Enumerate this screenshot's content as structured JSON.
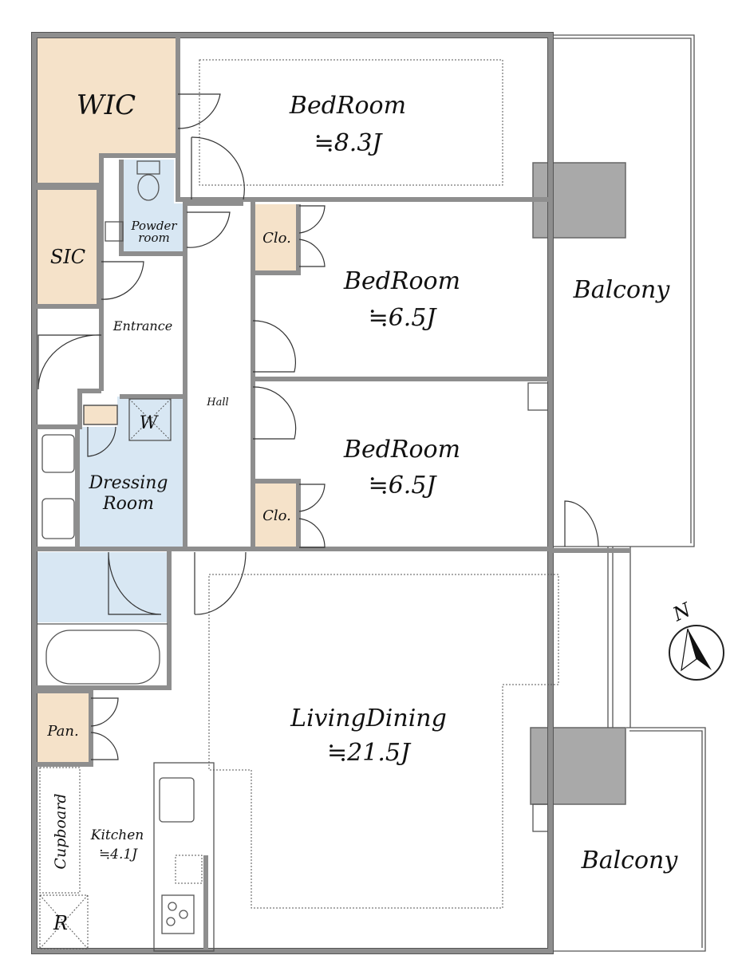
{
  "rooms": {
    "wic": "WIC",
    "sic": "SIC",
    "powder_room_line1": "Powder",
    "powder_room_line2": "room",
    "entrance": "Entrance",
    "hall": "Hall",
    "washer": "W",
    "dressing_line1": "Dressing",
    "dressing_line2": "Room",
    "bedroom1": {
      "name": "BedRoom",
      "size": "≒8.3J"
    },
    "bedroom2": {
      "name": "BedRoom",
      "size": "≒6.5J"
    },
    "bedroom3": {
      "name": "BedRoom",
      "size": "≒6.5J"
    },
    "closet1": "Clo.",
    "closet2": "Clo.",
    "balcony1": "Balcony",
    "balcony2": "Balcony",
    "living": {
      "name": "LivingDining",
      "size": "≒21.5J"
    },
    "pantry": "Pan.",
    "cupboard": "Cupboard",
    "kitchen": {
      "name": "Kitchen",
      "size": "≒4.1J"
    },
    "refrigerator": "R"
  },
  "compass": {
    "label": "N"
  },
  "colors": {
    "storage": "#f5e2c9",
    "wet_area": "#d8e7f3",
    "wall": "#8e8e8e",
    "column": "#a9a9a9"
  }
}
